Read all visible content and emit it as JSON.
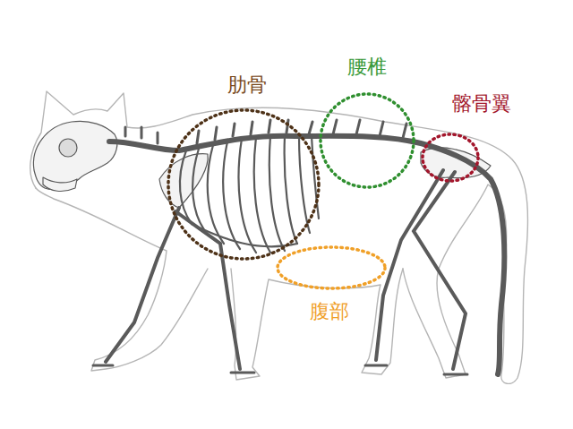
{
  "diagram": {
    "nodes": [
      {
        "text": [
          "肋骨"
        ]
      },
      {
        "text": [
          "腰椎"
        ]
      },
      {
        "text": [
          "髂骨翼"
        ]
      },
      {
        "text": [
          "腹部"
        ]
      }
    ]
  }
}
